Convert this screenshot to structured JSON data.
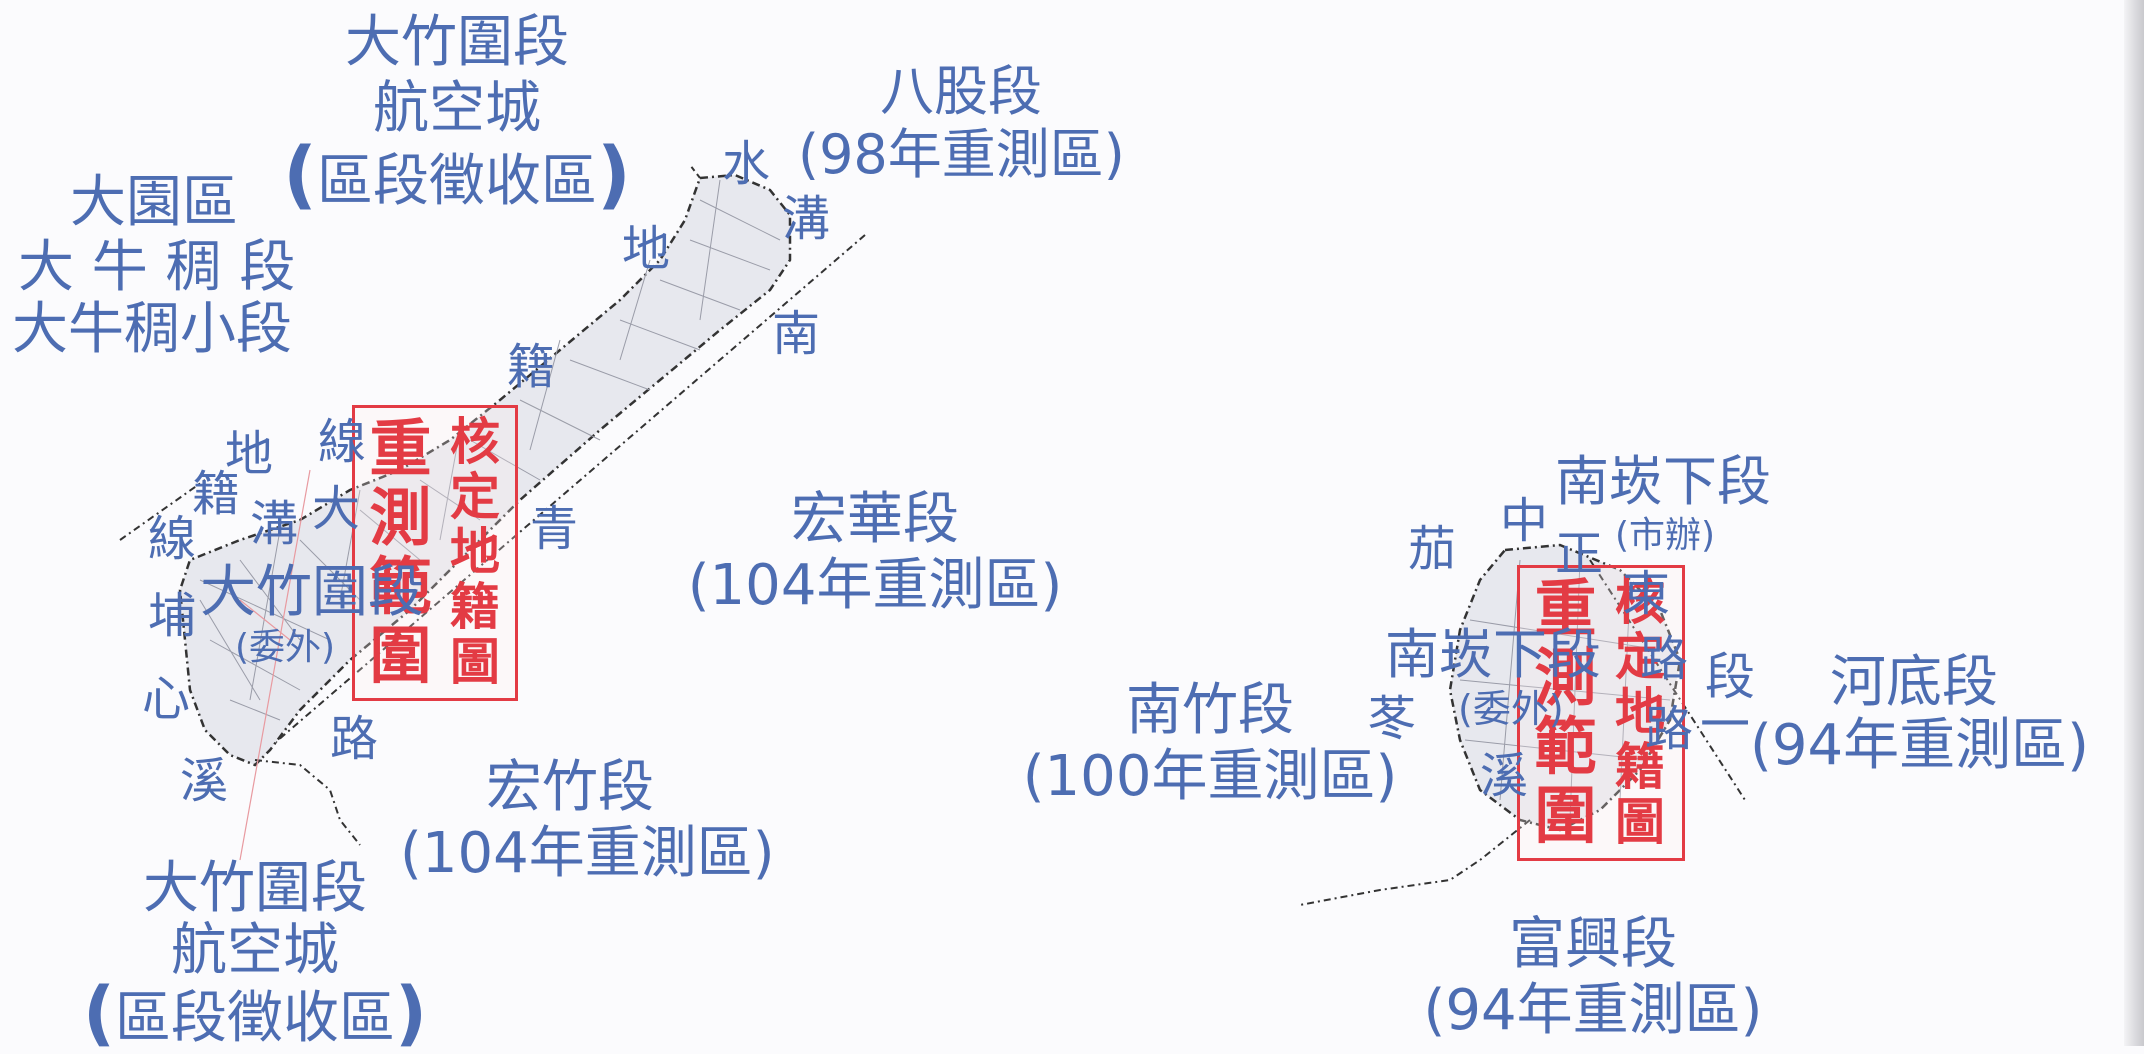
{
  "labels": {
    "dazhuwei_top": [
      "大竹圍段",
      "航空城",
      "區段徵收區"
    ],
    "bagu": [
      "八股段",
      "98年重測區"
    ],
    "dayuan": [
      "大園區",
      "大 牛 稠 段",
      "大牛稠小段"
    ],
    "honghua": [
      "宏華段",
      "104年重測區"
    ],
    "nantanxia_top": [
      "南崁下段",
      "(市辦)"
    ],
    "hedi": [
      "河底段",
      "94年重測區"
    ],
    "nanzhu": [
      "南竹段",
      "100年重測區"
    ],
    "hongzhu": [
      "宏竹段",
      "104年重測區"
    ],
    "dazhuwei_bottom": [
      "大竹圍段",
      "航空城",
      "區段徵收區"
    ],
    "fuxing": [
      "富興段",
      "94年重測區"
    ],
    "dazhuwei_mid": [
      "大竹圍段",
      "(委外)"
    ],
    "nantanxia_mid": [
      "南崁下段",
      "(委外)"
    ],
    "duan": "段",
    "lu_yi": "一"
  },
  "street_chars": {
    "water": "水",
    "gou1": "溝",
    "di1": "地",
    "nan1": "南",
    "ji1": "籍",
    "xian1": "線",
    "da1": "大",
    "qing": "青",
    "di2": "地",
    "ji2": "籍",
    "gou2": "溝",
    "xian2": "線",
    "pu": "埔",
    "xin": "心",
    "lu1": "路",
    "xi1": "溪",
    "qie": "茄",
    "zhong": "中",
    "zheng": "正",
    "dong": "東",
    "lu2": "路",
    "dong2": "苳",
    "xi2": "溪",
    "lu3": "路"
  },
  "seals": {
    "left": {
      "col1": [
        "核",
        "定",
        "地",
        "籍",
        "圖"
      ],
      "col2": [
        "重",
        "測",
        "範",
        "圍"
      ]
    },
    "right": {
      "col1": [
        "核",
        "定",
        "地",
        "籍",
        "圖"
      ],
      "col2": [
        "重",
        "測",
        "範",
        "圍"
      ]
    }
  },
  "colors": {
    "label": "#4d6db2",
    "seal": "#e33b44",
    "boundary": "#333333",
    "parcel": "#9a9ca8",
    "crosshair": "#e89aa0"
  }
}
